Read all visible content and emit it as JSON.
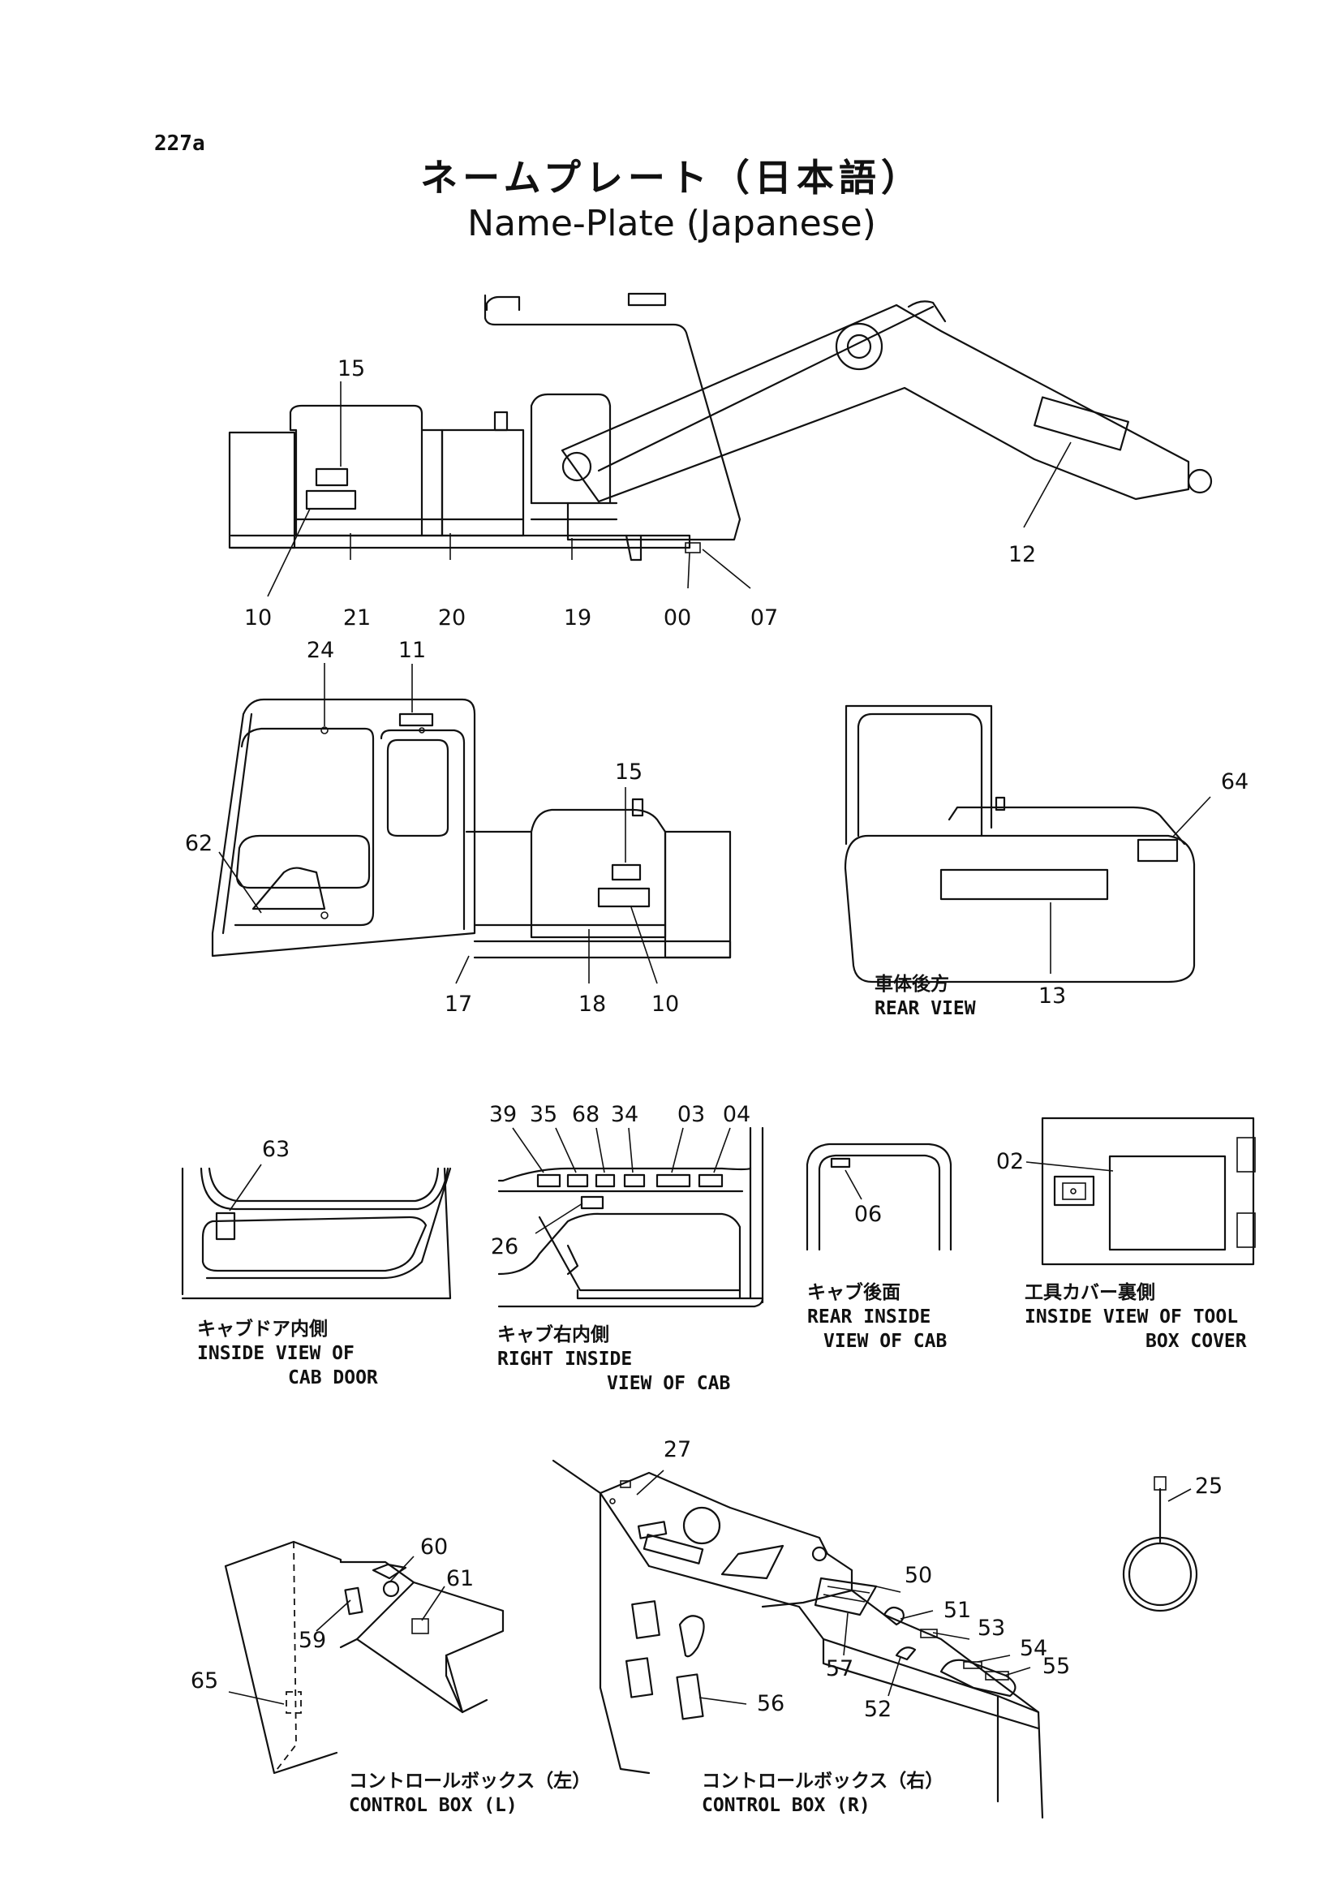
{
  "page_number": "227a",
  "title_jp": "ネームプレート（日本語）",
  "title_en": "Name-Plate (Japanese)",
  "callouts": {
    "s1": [
      "15",
      "10",
      "21",
      "20",
      "19",
      "00",
      "07",
      "12"
    ],
    "s2": [
      "24",
      "11",
      "62",
      "15",
      "17",
      "18",
      "10"
    ],
    "s3": [
      "64",
      "13"
    ],
    "s4": [
      "63"
    ],
    "s5": [
      "39",
      "35",
      "68",
      "34",
      "03",
      "04",
      "26"
    ],
    "s6": [
      "06"
    ],
    "s7": [
      "02"
    ],
    "s8": [
      "27",
      "60",
      "61",
      "59",
      "65",
      "50",
      "51",
      "53",
      "54",
      "55",
      "57",
      "52",
      "56",
      "25"
    ]
  },
  "captions": {
    "rear_view": [
      "車体後方",
      "REAR VIEW"
    ],
    "cab_door": [
      "キャブドア内側",
      "INSIDE VIEW OF",
      "CAB DOOR"
    ],
    "right_inside": [
      "キャブ右内側",
      "RIGHT INSIDE",
      "VIEW OF CAB"
    ],
    "rear_inside": [
      "キャブ後面",
      "REAR INSIDE",
      "VIEW OF CAB"
    ],
    "tool_box": [
      "工具カバー裏側",
      "INSIDE VIEW OF TOOL",
      "BOX COVER"
    ],
    "control_left": [
      "コントロールボックス（左）",
      "CONTROL BOX (L)"
    ],
    "control_right": [
      "コントロールボックス（右）",
      "CONTROL BOX (R)"
    ]
  }
}
